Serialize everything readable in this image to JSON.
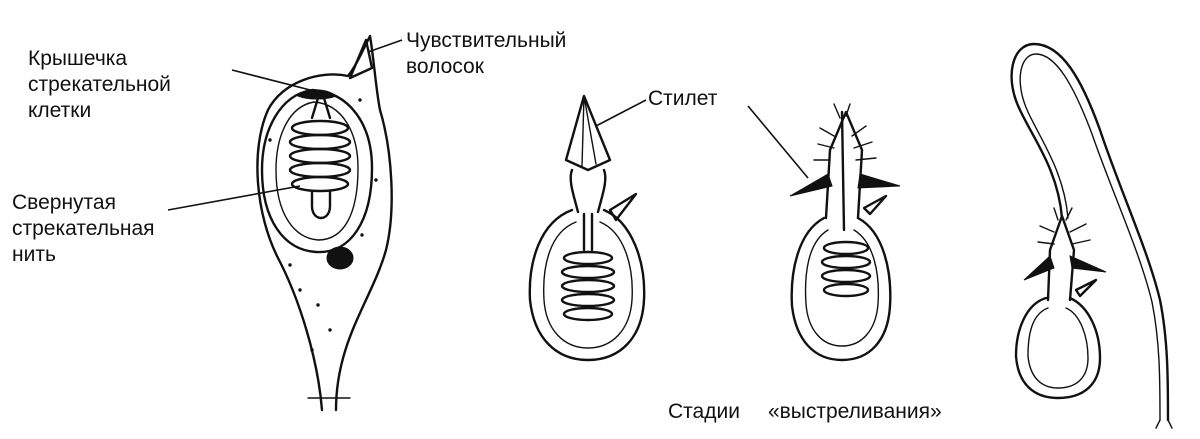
{
  "labels": {
    "lid": [
      "Крышечка",
      "стрекательной",
      "клетки"
    ],
    "sensitive_hair": [
      "Чувствительный",
      "волосок"
    ],
    "coiled_thread": [
      "Свернутая",
      "стрекательная",
      "нить"
    ],
    "stylet": "Стилет",
    "stages_word": "Стадии",
    "firing_word": "«выстреливания»"
  },
  "colors": {
    "ink": "#111111",
    "background": "#ffffff"
  }
}
